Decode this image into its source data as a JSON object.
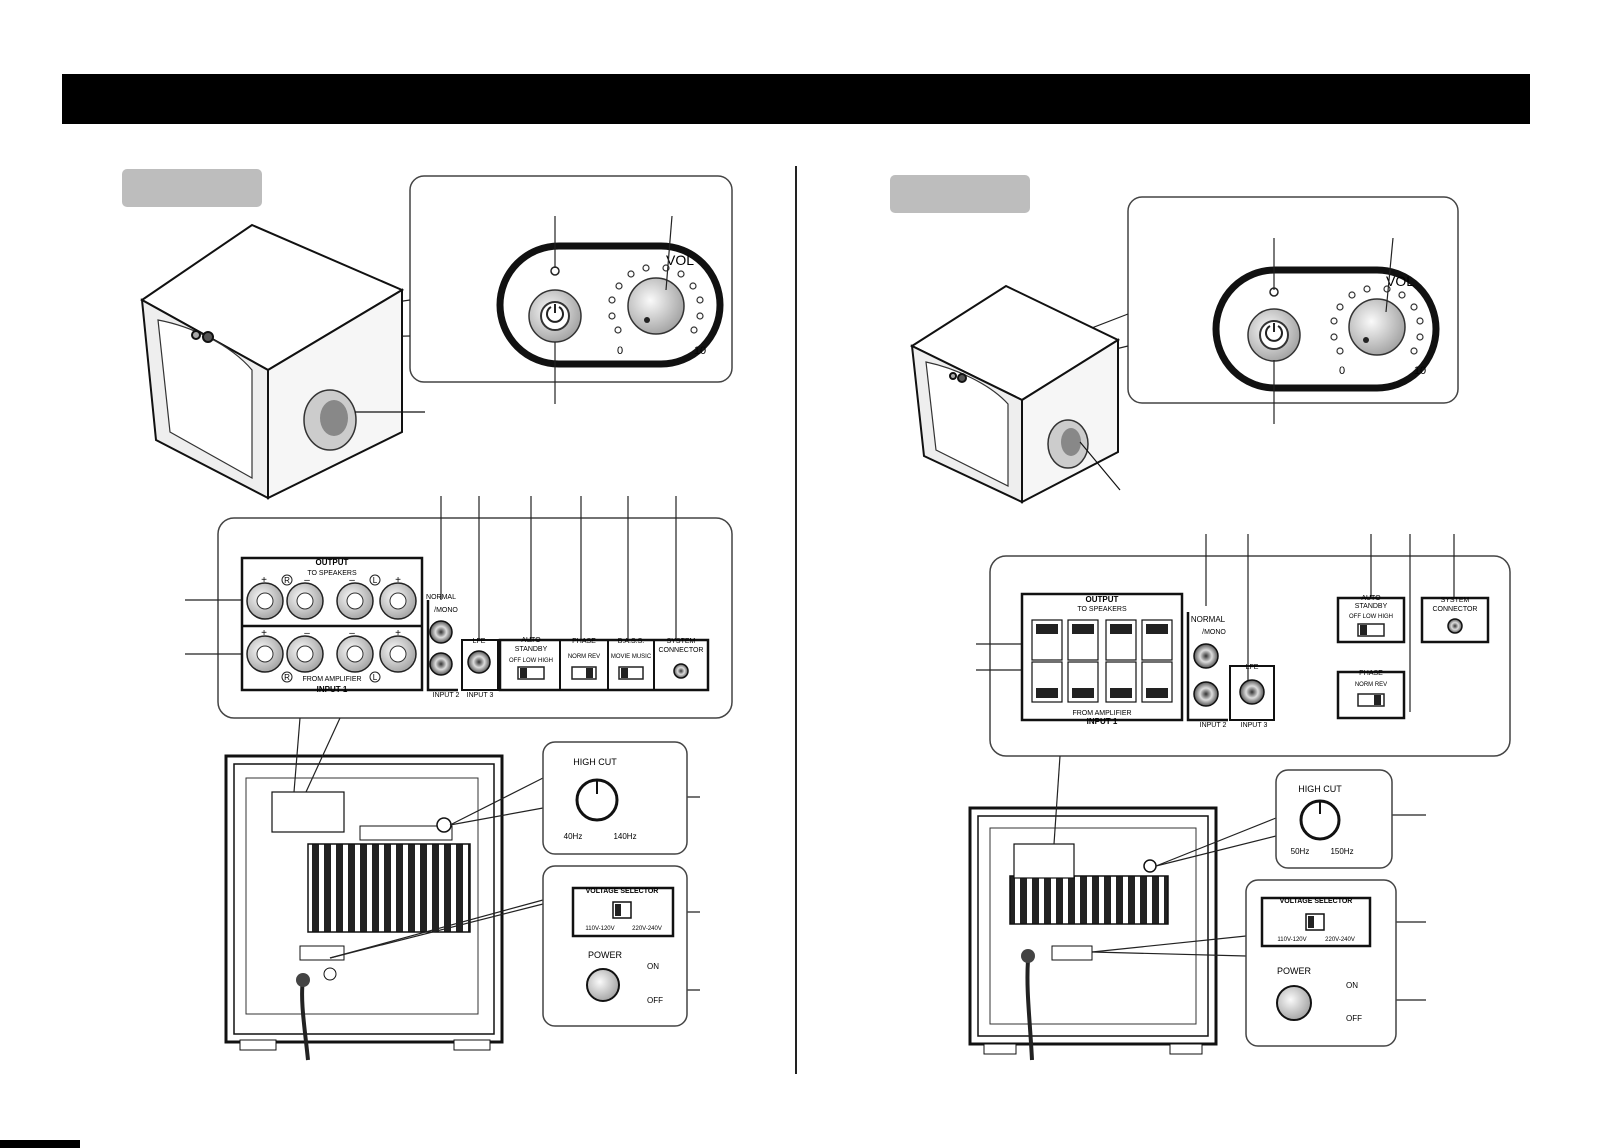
{
  "front_panel": {
    "vol": "VOL",
    "scale_min": "0",
    "scale_max": "10"
  },
  "rear_left": {
    "output_title": "OUTPUT",
    "output_sub": "TO SPEAKERS",
    "from_amp": "FROM AMPLIFIER",
    "input1": "INPUT 1",
    "normal": "NORMAL",
    "mono": "/MONO",
    "input2": "INPUT 2",
    "lfe": "LFE",
    "input3": "INPUT 3",
    "auto": "AUTO",
    "standby": "STANDBY",
    "standby_opts": "OFF  LOW  HIGH",
    "phase": "PHASE",
    "phase_opts": "NORM  REV",
    "bass": "B.A.S.S.",
    "bass_opts": "MOVIE  MUSIC",
    "system": "SYSTEM",
    "connector": "CONNECTOR",
    "plus": "+",
    "minus": "–",
    "R": "R",
    "L": "L"
  },
  "rear_right": {
    "output_title": "OUTPUT",
    "output_sub": "TO SPEAKERS",
    "from_amp": "FROM AMPLIFIER",
    "input1": "INPUT 1",
    "normal": "NORMAL",
    "mono": "/MONO",
    "input2": "INPUT 2",
    "lfe": "LFE",
    "input3": "INPUT 3",
    "auto": "AUTO",
    "standby": "STANDBY",
    "standby_opts": "OFF  LOW  HIGH",
    "phase": "PHASE",
    "phase_opts": "NORM  REV",
    "system": "SYSTEM",
    "connector": "CONNECTOR"
  },
  "highcut_left": {
    "title": "HIGH CUT",
    "min": "40Hz",
    "max": "140Hz"
  },
  "highcut_right": {
    "title": "HIGH CUT",
    "min": "50Hz",
    "max": "150Hz"
  },
  "voltage": {
    "title": "VOLTAGE SELECTOR",
    "low": "110V-120V",
    "high": "220V-240V"
  },
  "power": {
    "title": "POWER",
    "on": "ON",
    "off": "OFF"
  }
}
